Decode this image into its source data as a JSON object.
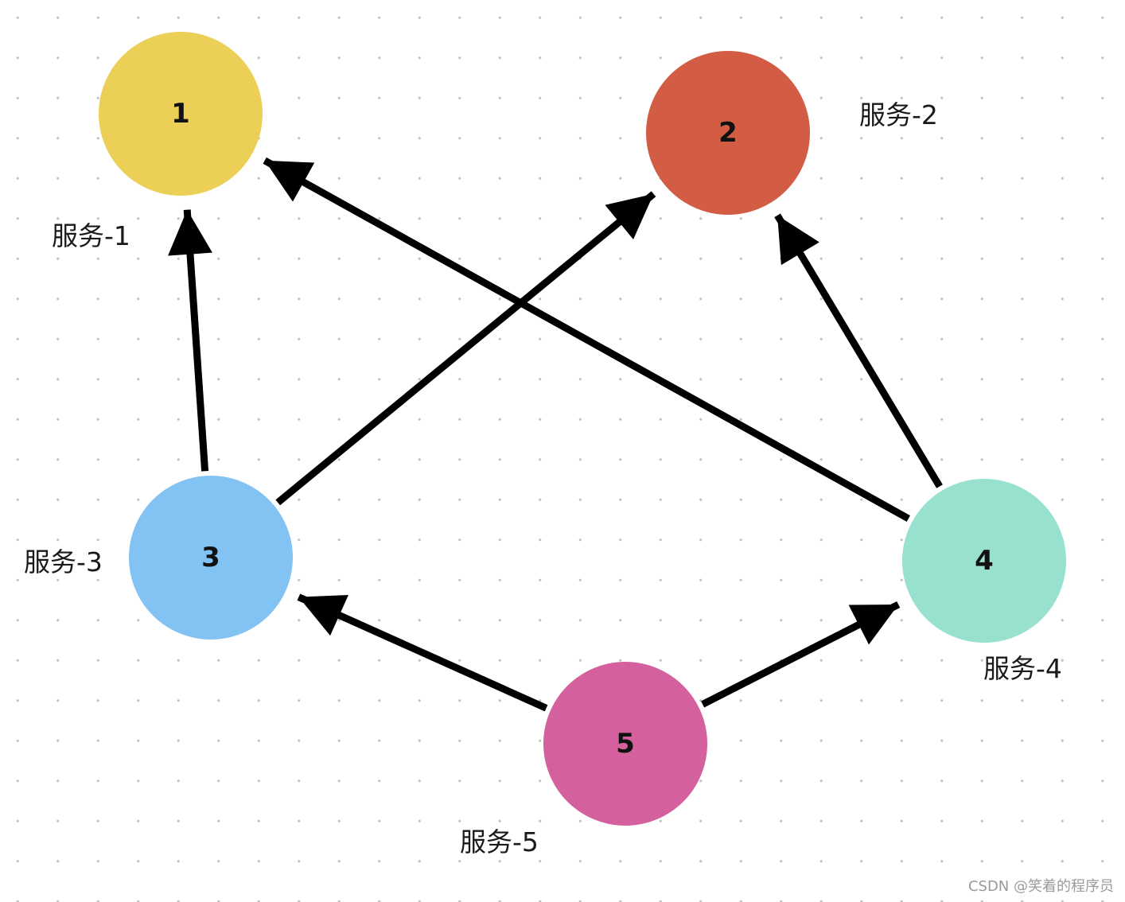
{
  "diagram": {
    "nodes": [
      {
        "id": "1",
        "number": "1",
        "label": "服务-1",
        "color": "#ECCF57"
      },
      {
        "id": "2",
        "number": "2",
        "label": "服务-2",
        "color": "#D35C45"
      },
      {
        "id": "3",
        "number": "3",
        "label": "服务-3",
        "color": "#82C3F4"
      },
      {
        "id": "4",
        "number": "4",
        "label": "服务-4",
        "color": "#98E1CF"
      },
      {
        "id": "5",
        "number": "5",
        "label": "服务-5",
        "color": "#D4609D"
      }
    ],
    "edges": [
      {
        "from": "3",
        "to": "1"
      },
      {
        "from": "3",
        "to": "2"
      },
      {
        "from": "4",
        "to": "1"
      },
      {
        "from": "4",
        "to": "2"
      },
      {
        "from": "5",
        "to": "3"
      },
      {
        "from": "5",
        "to": "4"
      }
    ],
    "edge_color": "#000000"
  },
  "watermark": "CSDN @笑着的程序员"
}
